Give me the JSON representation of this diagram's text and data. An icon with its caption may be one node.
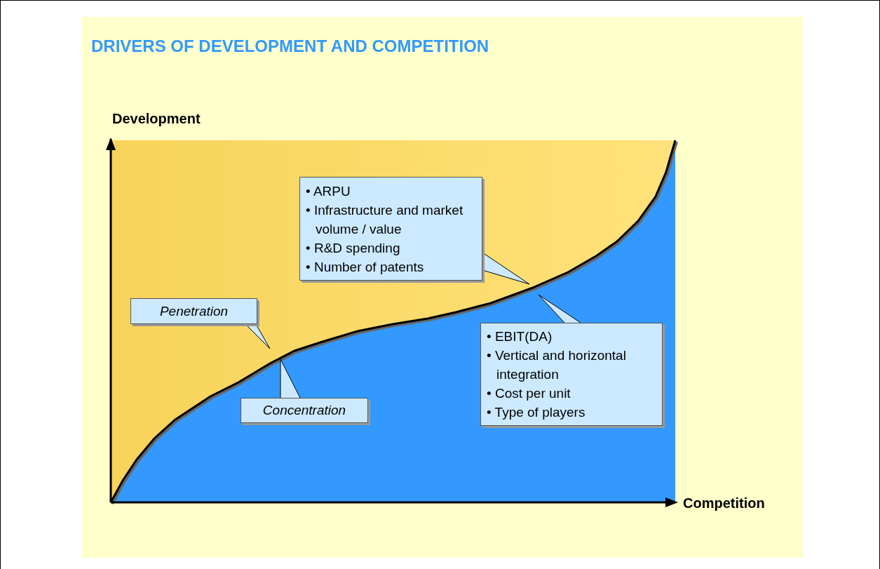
{
  "diagram": {
    "title": "DRIVERS OF DEVELOPMENT AND COMPETITION",
    "nodes": [
      {
        "text": [
          "• ARPU",
          "• Infrastructure and market volume / value",
          "• R&D spending",
          "• Number of patents"
        ]
      },
      {
        "text": [
          "Penetration"
        ]
      },
      {
        "text": [
          "• EBIT(DA)",
          "• Vertical and horizontal integration",
          "• Cost per unit",
          "• Type of players"
        ]
      },
      {
        "text": [
          "Concentration"
        ]
      }
    ],
    "labels": [
      "Development",
      "Competition"
    ]
  }
}
